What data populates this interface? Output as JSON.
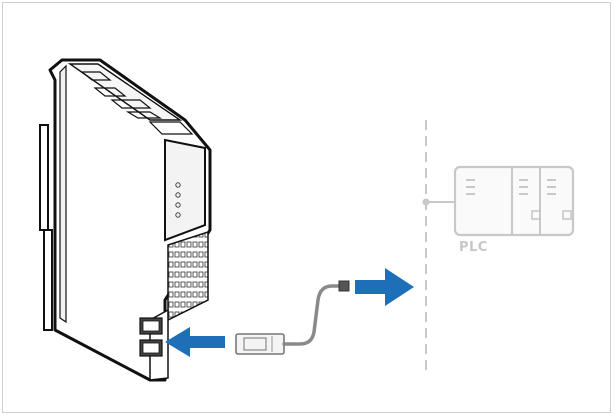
{
  "diagram": {
    "plc": {
      "label": "PLC"
    },
    "colors": {
      "arrow": "#1f6fb8",
      "faded": "#c8c8c8",
      "device_outline": "#111111",
      "cable": "#8a8a8a"
    },
    "icons": [
      "gateway-device",
      "ethernet-cable",
      "plc-icon",
      "connect-arrow"
    ]
  }
}
